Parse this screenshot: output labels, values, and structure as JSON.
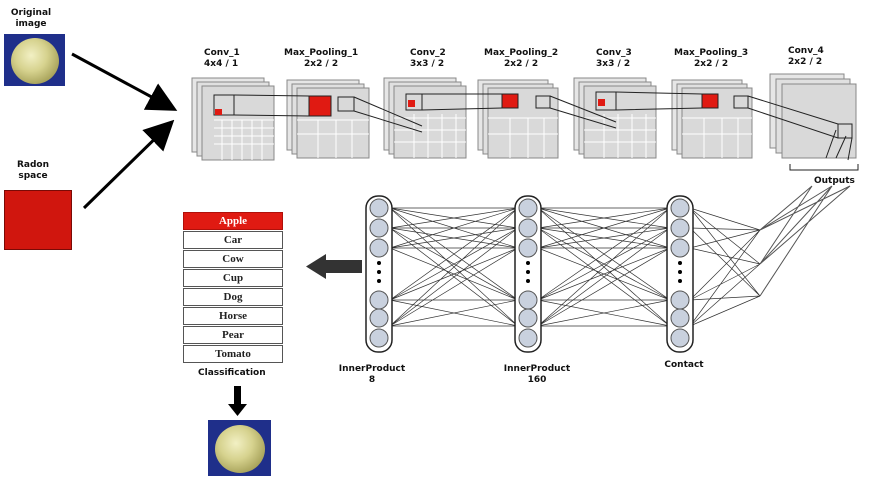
{
  "inputs": {
    "original_label": "Original image",
    "radon_label": "Radon space"
  },
  "layers": [
    {
      "name": "Conv_1",
      "params": "4x4 / 1"
    },
    {
      "name": "Max_Pooling_1",
      "params": "2x2 / 2"
    },
    {
      "name": "Conv_2",
      "params": "3x3 / 2"
    },
    {
      "name": "Max_Pooling_2",
      "params": "2x2 / 2"
    },
    {
      "name": "Conv_3",
      "params": "3x3 / 2"
    },
    {
      "name": "Max_Pooling_3",
      "params": "2x2 / 2"
    },
    {
      "name": "Conv_4",
      "params": "2x2 / 2"
    }
  ],
  "outputs_label": "Outputs",
  "fc_layers": [
    {
      "name": "InnerProduct",
      "size": "8"
    },
    {
      "name": "InnerProduct",
      "size": "160"
    },
    {
      "name": "Contact",
      "size": ""
    }
  ],
  "classes": [
    "Apple",
    "Car",
    "Cow",
    "Cup",
    "Dog",
    "Horse",
    "Pear",
    "Tomato"
  ],
  "selected_class": "Apple",
  "classification_label": "Classification",
  "colors": {
    "highlight": "#e01a12",
    "feature_map": "#d9d9d9",
    "input_bg": "#1f2f8a"
  }
}
